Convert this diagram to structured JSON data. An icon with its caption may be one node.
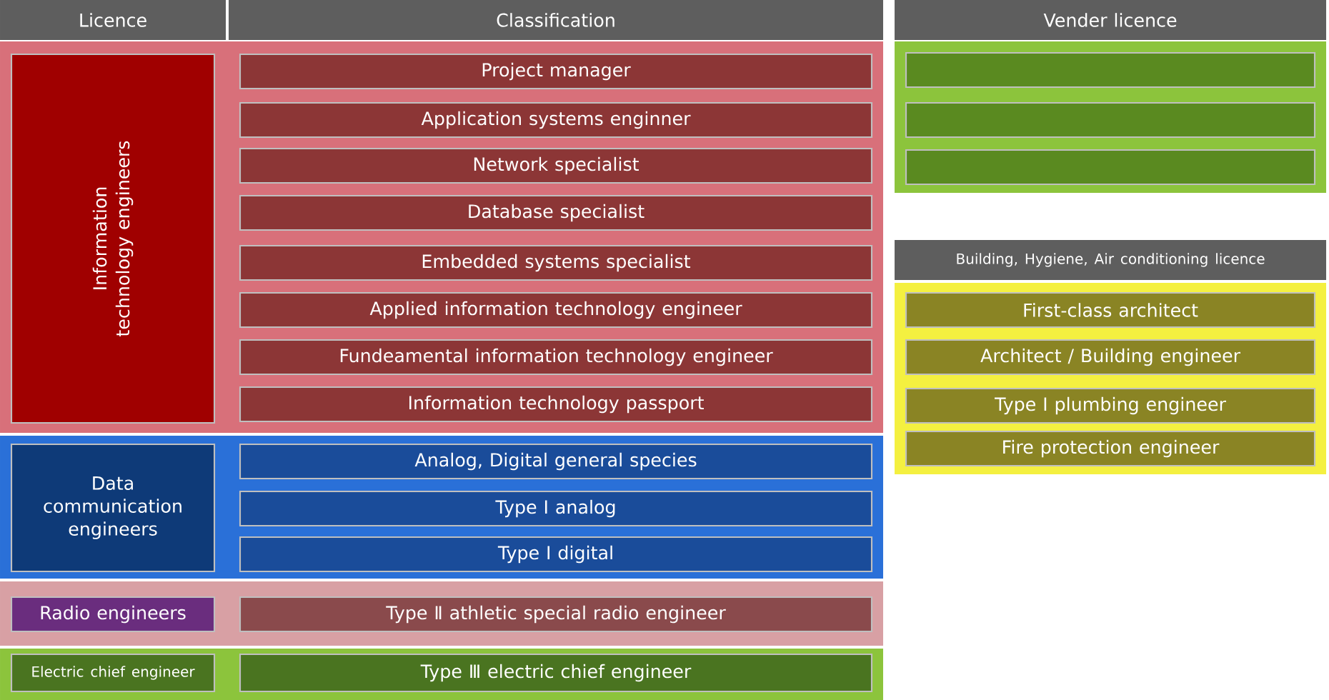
{
  "diagram": {
    "nodes": [
      {
        "text": [
          "Licence"
        ]
      },
      {
        "text": [
          "Classification"
        ]
      },
      {
        "text": [
          "Vender licence"
        ]
      },
      {
        "text": [],
        "shape": "band"
      },
      {
        "text": [
          "Information technology engineers"
        ],
        "in": 3
      },
      {
        "text": [
          "Project manager"
        ],
        "in": 3
      },
      {
        "text": [
          "Application systems enginner"
        ],
        "in": 3
      },
      {
        "text": [
          "Network specialist"
        ],
        "in": 3
      },
      {
        "text": [
          "Database specialist"
        ],
        "in": 3
      },
      {
        "text": [
          "Embedded systems specialist"
        ],
        "in": 3
      },
      {
        "text": [
          "Applied information technology engineer"
        ],
        "in": 3
      },
      {
        "text": [
          "Fundeamental information technology engineer"
        ],
        "in": 3
      },
      {
        "text": [
          "Information technology passport"
        ],
        "in": 3
      },
      {
        "text": [],
        "shape": "band"
      },
      {
        "text": [
          "Data communication engineers"
        ],
        "in": 13
      },
      {
        "text": [
          "Analog, Digital general species"
        ],
        "in": 13
      },
      {
        "text": [
          "Type Ⅰ analog"
        ],
        "in": 13
      },
      {
        "text": [
          "Type Ⅰ digital"
        ],
        "in": 13
      },
      {
        "text": [],
        "shape": "band"
      },
      {
        "text": [
          "Radio engineers"
        ],
        "in": 18
      },
      {
        "text": [
          "Type Ⅱ athletic special radio engineer"
        ],
        "in": 18
      },
      {
        "text": [],
        "shape": "band"
      },
      {
        "text": [
          "Electric chief engineer"
        ],
        "in": 21
      },
      {
        "text": [
          "Type Ⅲ electric chief engineer"
        ],
        "in": 21
      },
      {
        "text": [],
        "shape": "band"
      },
      {
        "text": [],
        "shape": "box",
        "in": 24
      },
      {
        "text": [],
        "shape": "box",
        "in": 24
      },
      {
        "text": [],
        "shape": "box",
        "in": 24
      },
      {
        "text": [
          "Building, Hygiene, Air conditioning licence"
        ]
      },
      {
        "text": [],
        "shape": "band"
      },
      {
        "text": [
          "First-class architect"
        ],
        "in": 29
      },
      {
        "text": [
          "Architect / Building engineer"
        ],
        "in": 29
      },
      {
        "text": [
          "Type Ⅰ plumbing engineer"
        ],
        "in": 29
      },
      {
        "text": [
          "Fire protection engineer"
        ],
        "in": 29
      }
    ]
  }
}
